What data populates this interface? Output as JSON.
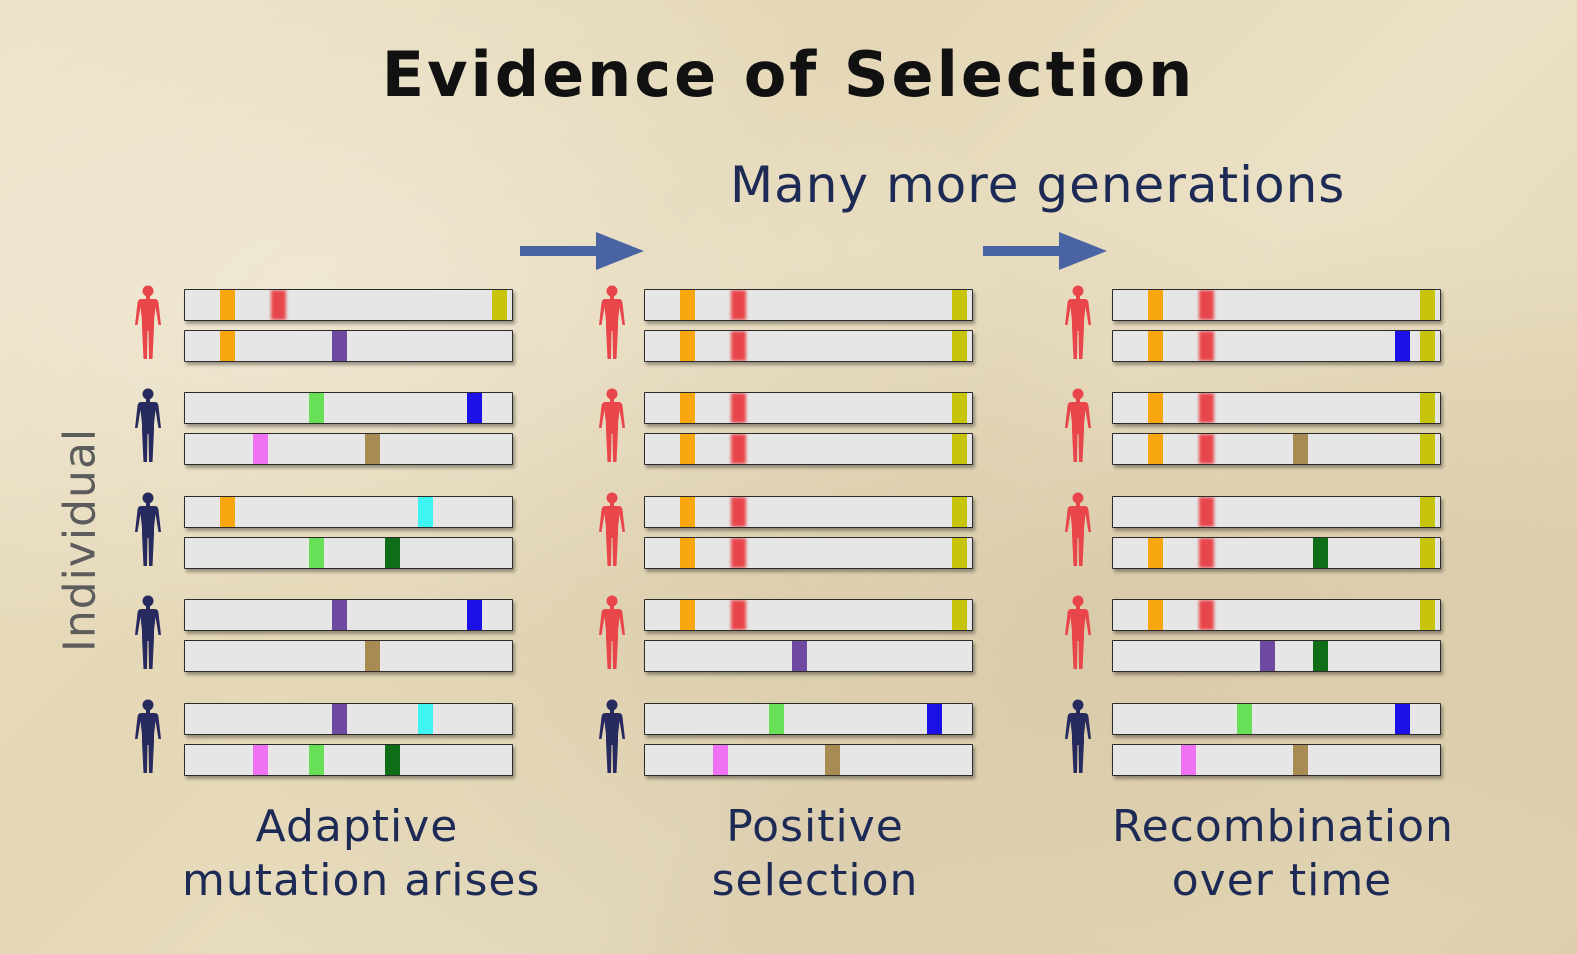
{
  "title": "Evidence of Selection",
  "subtitle": "Many more generations",
  "y_axis_label": "Individual",
  "colors": {
    "red_person": "#e8464a",
    "blue_person": "#262a5e",
    "arrow": "#4a63a3"
  },
  "band_colors": {
    "orange": "#f9a70f",
    "red": "#e8464a",
    "olive": "#c8c40e",
    "purple": "#6e4aa0",
    "green": "#67e057",
    "blue": "#1b10e6",
    "pink": "#ef72f0",
    "tan": "#a78b53",
    "cyan": "#3ff5f2",
    "darkgreen": "#0f6c17"
  },
  "panels": [
    {
      "caption": [
        "Adaptive",
        "mutation arises"
      ],
      "individuals": [
        {
          "person": "red",
          "chromosomes": [
            [
              [
                "orange",
                0.13
              ],
              [
                "red",
                0.285
              ],
              [
                "olive",
                0.955
              ]
            ],
            [
              [
                "orange",
                0.13
              ],
              [
                "purple",
                0.47
              ]
            ]
          ]
        },
        {
          "person": "blue",
          "chromosomes": [
            [
              [
                "green",
                0.4
              ],
              [
                "blue",
                0.88
              ]
            ],
            [
              [
                "pink",
                0.23
              ],
              [
                "tan",
                0.57
              ]
            ]
          ]
        },
        {
          "person": "blue",
          "chromosomes": [
            [
              [
                "orange",
                0.13
              ],
              [
                "cyan",
                0.73
              ]
            ],
            [
              [
                "green",
                0.4
              ],
              [
                "darkgreen",
                0.63
              ]
            ]
          ]
        },
        {
          "person": "blue",
          "chromosomes": [
            [
              [
                "purple",
                0.47
              ],
              [
                "blue",
                0.88
              ]
            ],
            [
              [
                "tan",
                0.57
              ]
            ]
          ]
        },
        {
          "person": "blue",
          "chromosomes": [
            [
              [
                "purple",
                0.47
              ],
              [
                "cyan",
                0.73
              ]
            ],
            [
              [
                "pink",
                0.23
              ],
              [
                "green",
                0.4
              ],
              [
                "darkgreen",
                0.63
              ]
            ]
          ]
        }
      ]
    },
    {
      "caption": [
        "Positive",
        "selection"
      ],
      "individuals": [
        {
          "person": "red",
          "chromosomes": [
            [
              [
                "orange",
                0.13
              ],
              [
                "red",
                0.285
              ],
              [
                "olive",
                0.955
              ]
            ],
            [
              [
                "orange",
                0.13
              ],
              [
                "red",
                0.285
              ],
              [
                "olive",
                0.955
              ]
            ]
          ]
        },
        {
          "person": "red",
          "chromosomes": [
            [
              [
                "orange",
                0.13
              ],
              [
                "red",
                0.285
              ],
              [
                "olive",
                0.955
              ]
            ],
            [
              [
                "orange",
                0.13
              ],
              [
                "red",
                0.285
              ],
              [
                "olive",
                0.955
              ]
            ]
          ]
        },
        {
          "person": "red",
          "chromosomes": [
            [
              [
                "orange",
                0.13
              ],
              [
                "red",
                0.285
              ],
              [
                "olive",
                0.955
              ]
            ],
            [
              [
                "orange",
                0.13
              ],
              [
                "red",
                0.285
              ],
              [
                "olive",
                0.955
              ]
            ]
          ]
        },
        {
          "person": "red",
          "chromosomes": [
            [
              [
                "orange",
                0.13
              ],
              [
                "red",
                0.285
              ],
              [
                "olive",
                0.955
              ]
            ],
            [
              [
                "purple",
                0.47
              ]
            ]
          ]
        },
        {
          "person": "blue",
          "chromosomes": [
            [
              [
                "green",
                0.4
              ],
              [
                "blue",
                0.88
              ]
            ],
            [
              [
                "pink",
                0.23
              ],
              [
                "tan",
                0.57
              ]
            ]
          ]
        }
      ]
    },
    {
      "caption": [
        "Recombination",
        "over time"
      ],
      "individuals": [
        {
          "person": "red",
          "chromosomes": [
            [
              [
                "orange",
                0.13
              ],
              [
                "red",
                0.285
              ],
              [
                "olive",
                0.955
              ]
            ],
            [
              [
                "orange",
                0.13
              ],
              [
                "red",
                0.285
              ],
              [
                "blue",
                0.88
              ],
              [
                "olive",
                0.955
              ]
            ]
          ]
        },
        {
          "person": "red",
          "chromosomes": [
            [
              [
                "orange",
                0.13
              ],
              [
                "red",
                0.285
              ],
              [
                "olive",
                0.955
              ]
            ],
            [
              [
                "orange",
                0.13
              ],
              [
                "red",
                0.285
              ],
              [
                "tan",
                0.57
              ],
              [
                "olive",
                0.955
              ]
            ]
          ]
        },
        {
          "person": "red",
          "chromosomes": [
            [
              [
                "red",
                0.285
              ],
              [
                "olive",
                0.955
              ]
            ],
            [
              [
                "orange",
                0.13
              ],
              [
                "red",
                0.285
              ],
              [
                "darkgreen",
                0.63
              ],
              [
                "olive",
                0.955
              ]
            ]
          ]
        },
        {
          "person": "red",
          "chromosomes": [
            [
              [
                "orange",
                0.13
              ],
              [
                "red",
                0.285
              ],
              [
                "olive",
                0.955
              ]
            ],
            [
              [
                "purple",
                0.47
              ],
              [
                "darkgreen",
                0.63
              ]
            ]
          ]
        },
        {
          "person": "blue",
          "chromosomes": [
            [
              [
                "green",
                0.4
              ],
              [
                "blue",
                0.88
              ]
            ],
            [
              [
                "pink",
                0.23
              ],
              [
                "tan",
                0.57
              ]
            ]
          ]
        }
      ]
    }
  ]
}
